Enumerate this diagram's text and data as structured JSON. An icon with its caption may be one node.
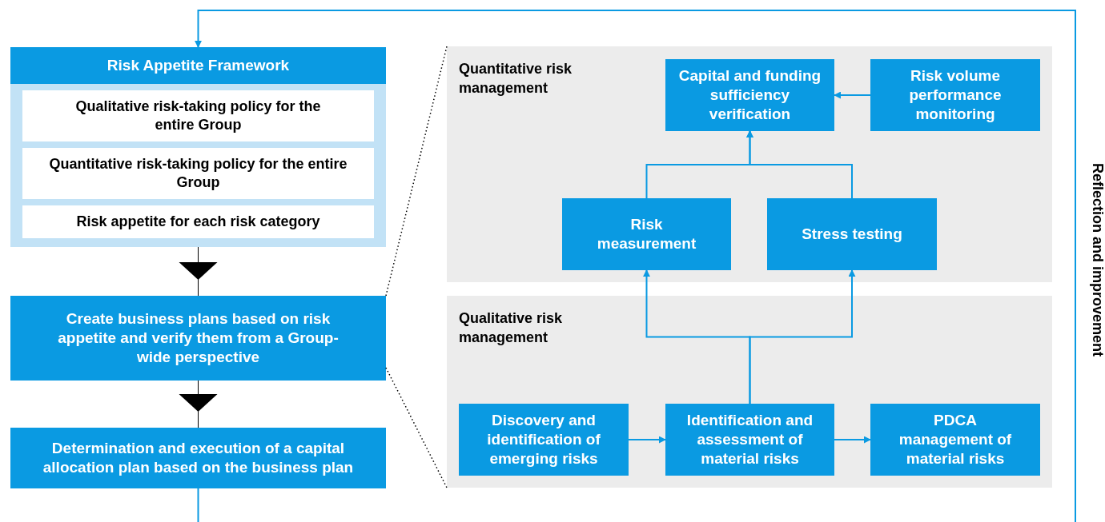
{
  "diagram": {
    "nodes": [
      {
        "text": [
          "Risk Appetite Framework"
        ]
      },
      {
        "text": [
          "Qualitative risk-taking policy for the entire Group"
        ],
        "in": 0
      },
      {
        "text": [
          "Quantitative risk-taking policy for the entire Group"
        ],
        "in": 0
      },
      {
        "text": [
          "Risk appetite for each risk category"
        ],
        "in": 0
      },
      {
        "text": [
          "Create business plans based on risk appetite and verify them from a Group-wide perspective"
        ]
      },
      {
        "text": [
          "Determination and execution of a capital allocation plan based on the business plan"
        ]
      },
      {
        "text": [
          "Quantitative risk management"
        ]
      },
      {
        "text": [
          "Capital and funding sufficiency verification"
        ],
        "in": 6
      },
      {
        "text": [
          "Risk volume performance monitoring"
        ],
        "in": 6
      },
      {
        "text": [
          "Risk measurement"
        ],
        "in": 6
      },
      {
        "text": [
          "Stress testing"
        ],
        "in": 6
      },
      {
        "text": [
          "Qualitative risk management"
        ]
      },
      {
        "text": [
          "Discovery and identification of emerging risks"
        ],
        "in": 11
      },
      {
        "text": [
          "Identification and assessment of material risks"
        ],
        "in": 11
      },
      {
        "text": [
          "PDCA management of material risks"
        ],
        "in": 11
      }
    ],
    "edges": [
      {
        "from": 0,
        "to": 4,
        "arrow": "to",
        "color": "#000000"
      },
      {
        "from": 4,
        "to": 5,
        "arrow": "to",
        "color": "#000000"
      },
      {
        "from": 5,
        "to": 0,
        "arrow": "to",
        "label": "Reflection and improvement"
      },
      {
        "from": 8,
        "to": 7,
        "arrow": "to"
      },
      {
        "from": 9,
        "to": 7,
        "arrow": "to"
      },
      {
        "from": 10,
        "to": 7,
        "arrow": "to"
      },
      {
        "from": 13,
        "to": 9,
        "arrow": "to"
      },
      {
        "from": 13,
        "to": 10,
        "arrow": "to"
      },
      {
        "from": 12,
        "to": 13,
        "arrow": "to"
      },
      {
        "from": 13,
        "to": 14,
        "arrow": "to"
      }
    ]
  }
}
